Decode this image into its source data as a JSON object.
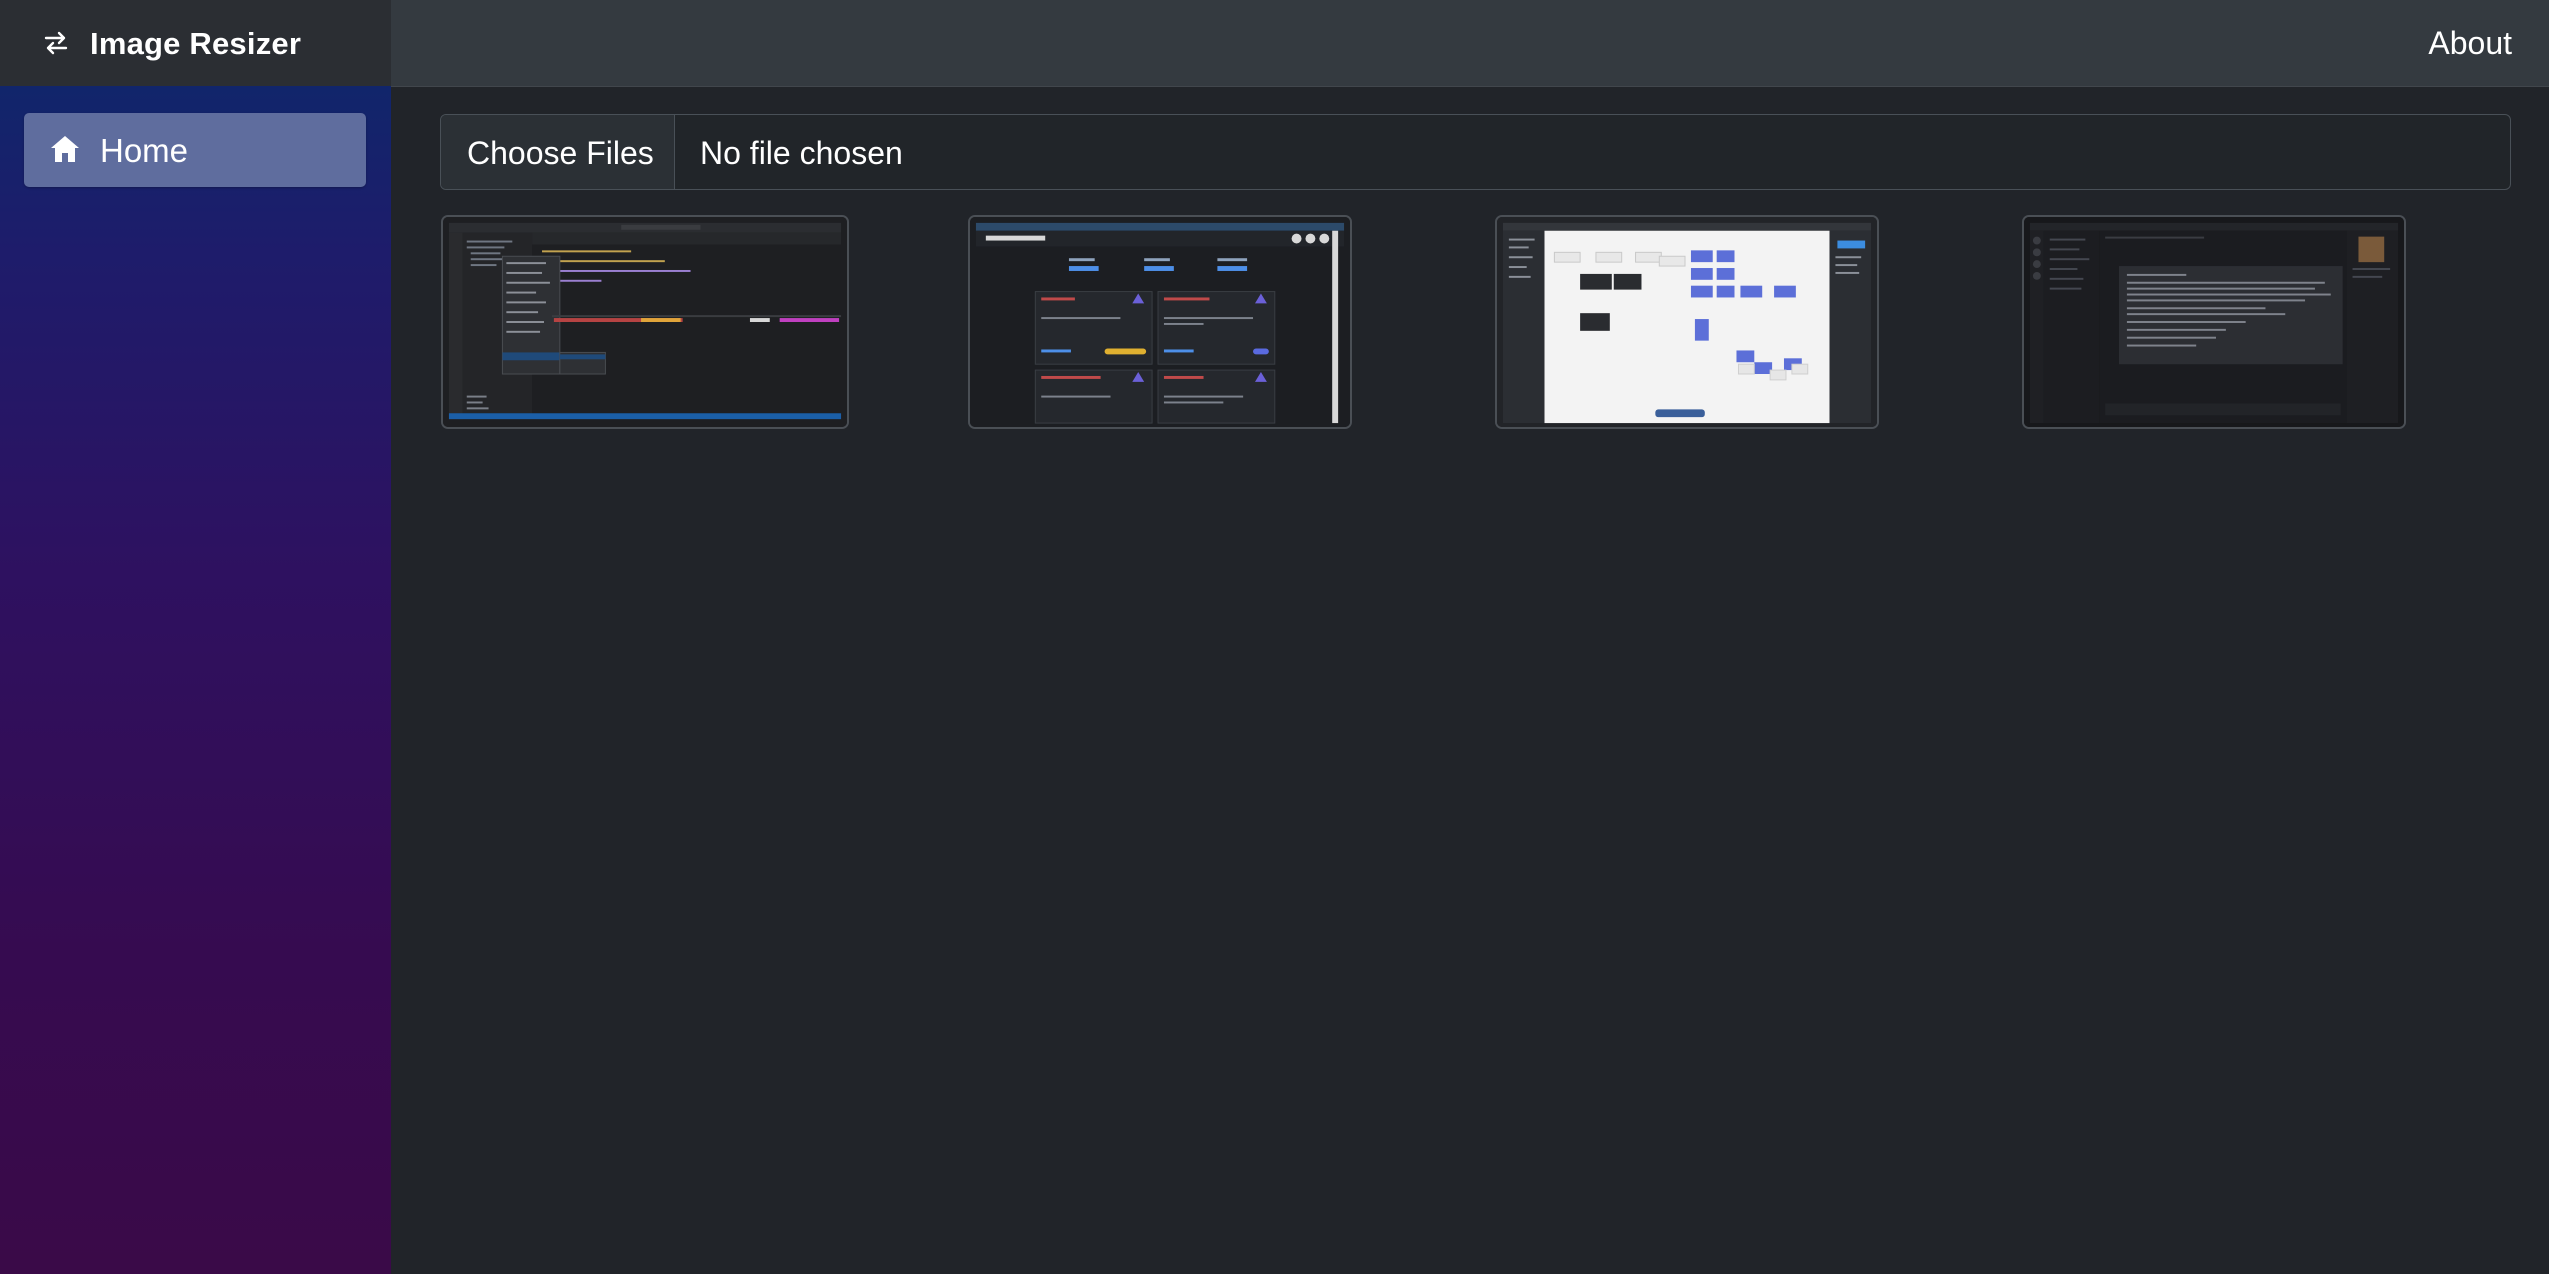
{
  "app": {
    "title": "Image Resizer",
    "brand_icon": "swap-arrows-icon"
  },
  "sidebar": {
    "items": [
      {
        "label": "Home",
        "icon": "home-icon",
        "active": true
      }
    ]
  },
  "header": {
    "about_label": "About"
  },
  "upload": {
    "button_label": "Choose Files",
    "status_text": "No file chosen"
  },
  "thumbnails": [
    {
      "description_name": "vscode-screenshot-thumbnail"
    },
    {
      "description_name": "nft-gallery-screenshot-thumbnail"
    },
    {
      "description_name": "flow-editor-screenshot-thumbnail"
    },
    {
      "description_name": "chat-app-screenshot-thumbnail"
    }
  ],
  "colors": {
    "sidebar_gradient_top": "#0a2a6b",
    "sidebar_gradient_bottom": "#3a0a48",
    "brand_bar": "#2b2e33",
    "topbar": "#343a40",
    "content_bg": "#212429",
    "nav_active": "#5f6d9e"
  }
}
